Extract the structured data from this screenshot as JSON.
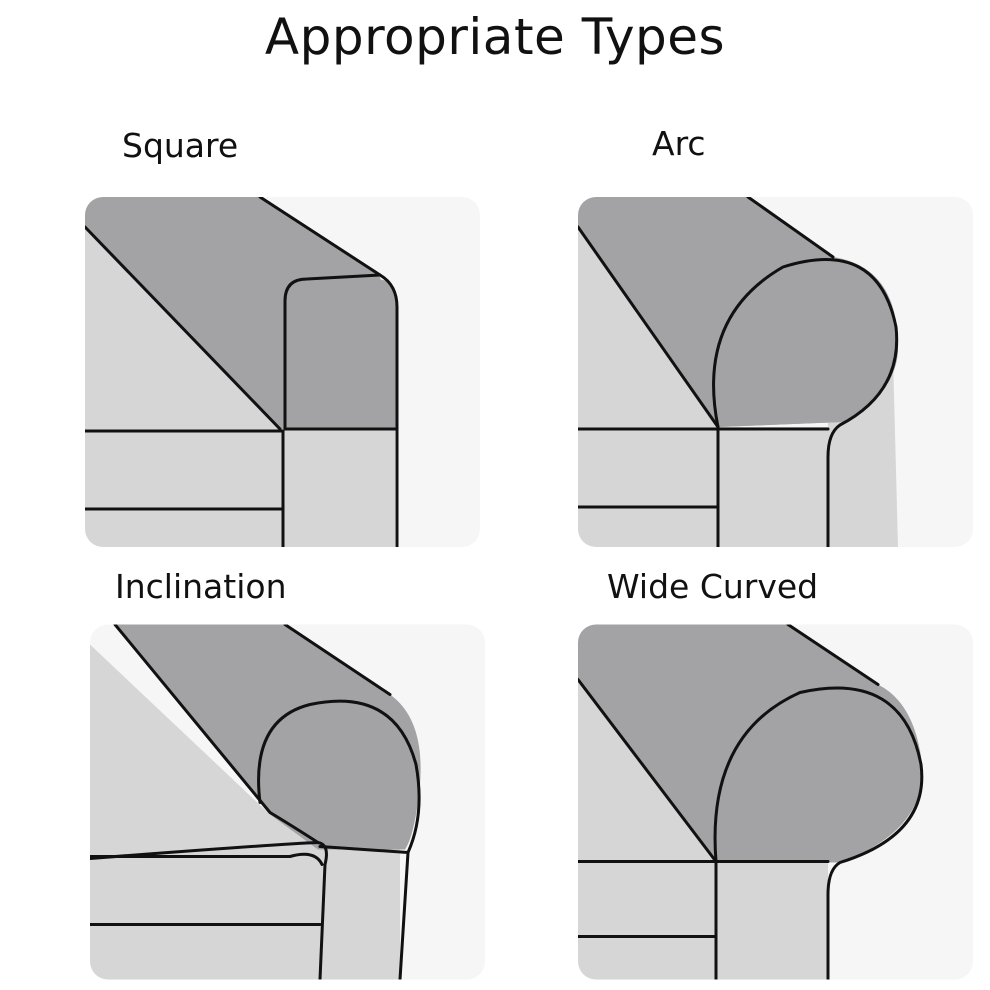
{
  "page": {
    "title": "Appropriate Types"
  },
  "types": [
    {
      "label": "Square",
      "shape": "square"
    },
    {
      "label": "Arc",
      "shape": "arc"
    },
    {
      "label": "Inclination",
      "shape": "inclination"
    },
    {
      "label": "Wide Curved",
      "shape": "wide-curved"
    }
  ],
  "colors": {
    "armrest": "#a3a3a6",
    "seat": "#d6d6d6",
    "outline": "#111111",
    "background": "#ffffff"
  }
}
